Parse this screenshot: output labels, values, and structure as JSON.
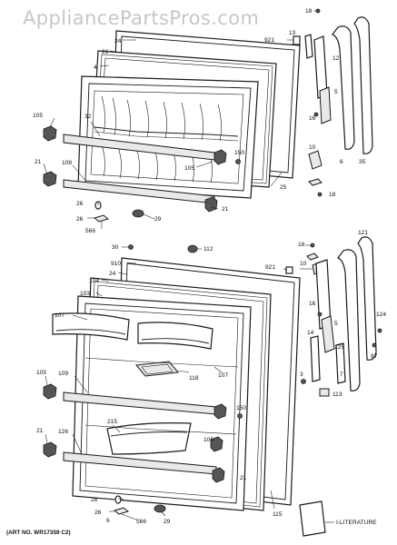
{
  "watermark": "AppliancePartsPros.com",
  "art_number": "(ART NO. WR17359 C2)",
  "literature_label": "I-LITERATURE",
  "upper_labels": {
    "l18a": "18",
    "l13": "13",
    "l921": "921",
    "l24": "24",
    "l23": "23",
    "l4": "4",
    "l12": "12",
    "l5": "5",
    "l105": "105",
    "l32": "32",
    "l16": "16",
    "l150": "150",
    "l10": "10",
    "l21": "21",
    "l108": "108",
    "l105b": "105",
    "l6": "6",
    "l35": "35",
    "l25": "25",
    "l18b": "18",
    "l26": "26",
    "l26b": "26",
    "l29": "29",
    "l21b": "21",
    "l566": "566"
  },
  "lower_labels": {
    "l30": "30",
    "l112": "112",
    "l18": "18",
    "l121": "121",
    "l910": "910",
    "l24": "24",
    "l921": "921",
    "l10": "10",
    "l104": "104",
    "l103": "103",
    "l16": "16",
    "l107": "107",
    "l124": "124",
    "l14": "14",
    "l5": "5",
    "l125": "125",
    "l87": "87",
    "l118": "118",
    "l107b": "107",
    "l105": "105",
    "l109": "109",
    "l3": "3",
    "l7": "7",
    "l113": "113",
    "l215": "215",
    "l150": "150",
    "l21": "21",
    "l126": "126",
    "l105b": "105",
    "l21b": "21",
    "l28": "28",
    "l26": "26",
    "l6": "6",
    "l566": "566",
    "l29": "29",
    "l115": "115"
  }
}
